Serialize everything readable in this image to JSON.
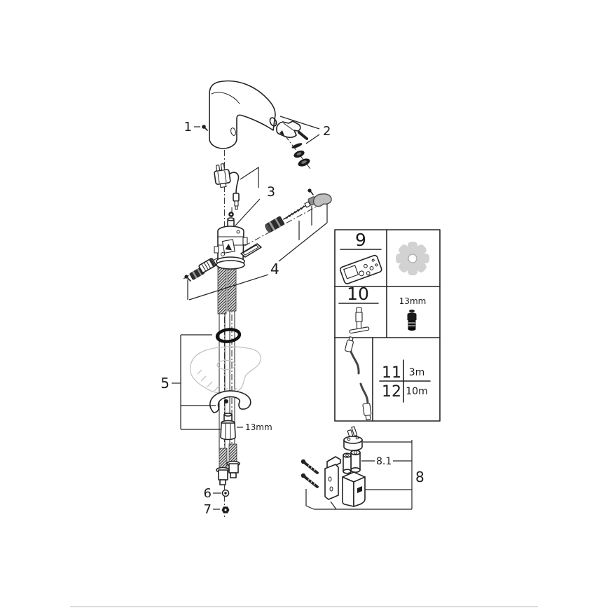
{
  "callouts": {
    "n1": "1",
    "n2": "2",
    "n3": "3",
    "n4": "4",
    "n5": "5",
    "n6": "6",
    "n7": "7",
    "n8": "8",
    "n8_1": "8.1"
  },
  "annotations": {
    "nut_size": "13mm"
  },
  "accessory_table": {
    "item9": "9",
    "item10": "10",
    "socket_size": "13mm",
    "item11": {
      "number": "11",
      "length": "3m"
    },
    "item12": {
      "number": "12",
      "length": "10m"
    }
  },
  "icons": [
    "remote-control",
    "gear",
    "mounting-pin-tool",
    "socket-13mm",
    "extension-cable",
    "battery",
    "battery-housing",
    "mounting-screws"
  ],
  "colors": {
    "line": "#232323",
    "gear": "#d2d2d2",
    "metal": "#bfbfbf",
    "sink": "#c3c3c3",
    "footer": "#dcdcdc"
  }
}
